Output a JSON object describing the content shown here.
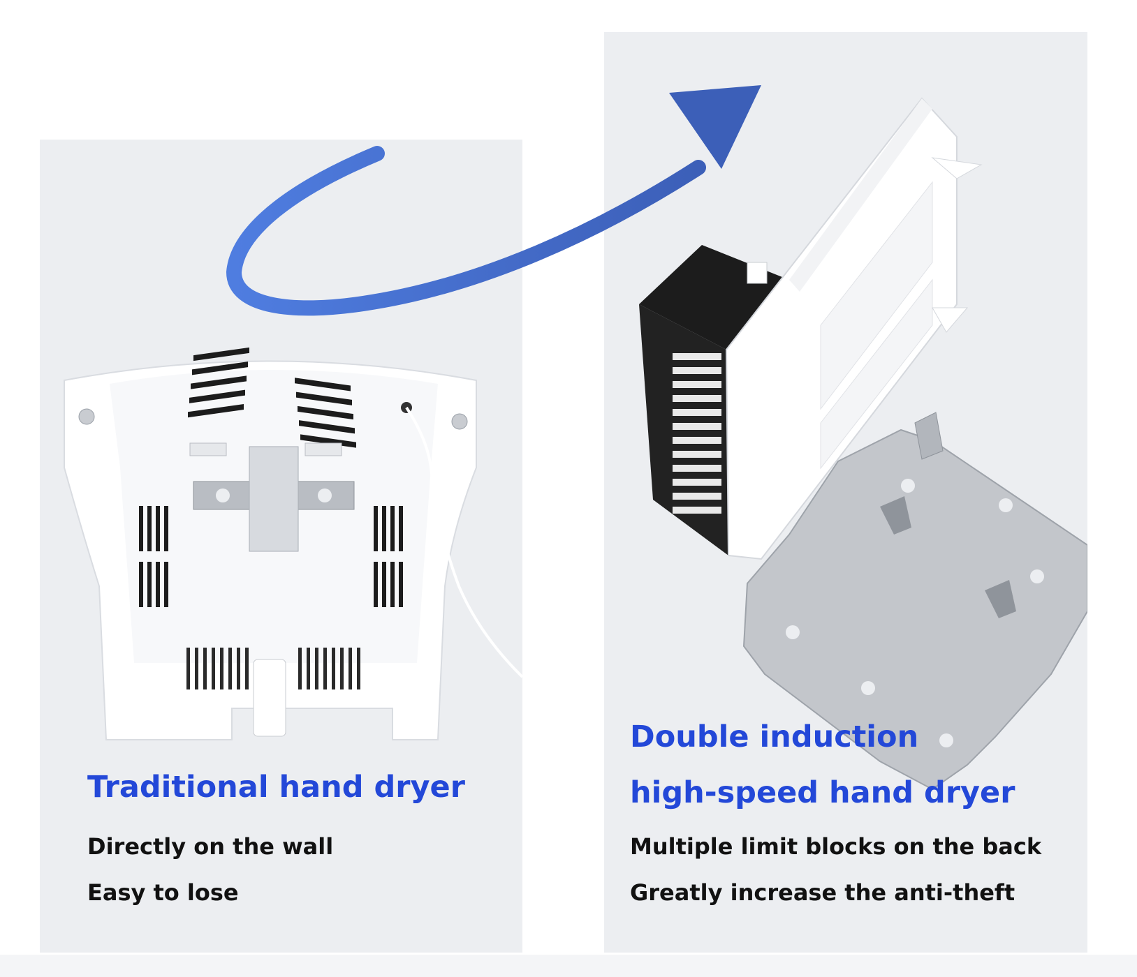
{
  "colors": {
    "accent_blue": "#2348d8",
    "arrow_blue": "#3f63c4",
    "panel_bg": "#eceef1",
    "text_dark": "#111111"
  },
  "traditional": {
    "title": "Traditional hand dryer",
    "lines": [
      "Directly on the wall",
      "Easy to lose"
    ]
  },
  "double_induction": {
    "title_line1": "Double induction",
    "title_line2": "high-speed hand dryer",
    "lines": [
      "Multiple limit blocks on the back",
      "Greatly increase the anti-theft"
    ]
  }
}
